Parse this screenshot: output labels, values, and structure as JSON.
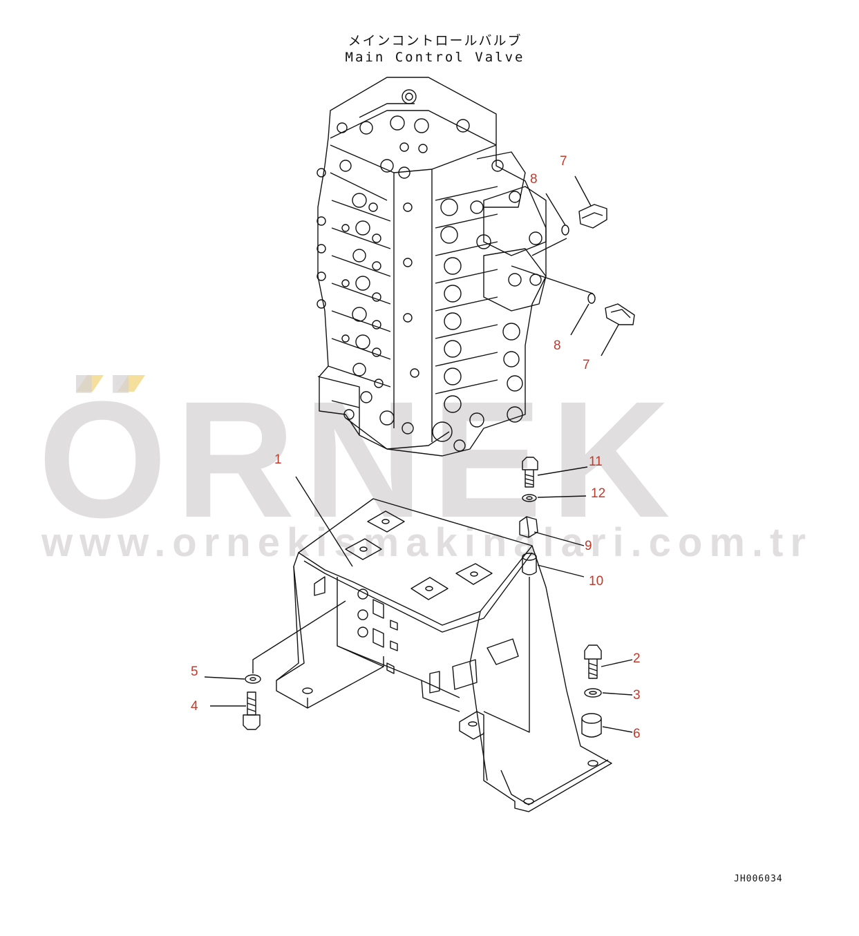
{
  "title": {
    "japanese": "メインコントロールバルブ",
    "english": "Main Control Valve"
  },
  "watermark": {
    "logo": "ÖRNEK",
    "url": "www.ornekismakinalari.com.tr"
  },
  "drawing_code": "JH006034",
  "callouts": {
    "c1": "1",
    "c2": "2",
    "c3": "3",
    "c4": "4",
    "c5": "5",
    "c6": "6",
    "c7a": "7",
    "c7b": "7",
    "c8a": "8",
    "c8b": "8",
    "c9": "9",
    "c10": "10",
    "c11": "11",
    "c12": "12"
  },
  "colors": {
    "callout": "#c0392b",
    "line": "#111111",
    "watermark": "#d6d3d4",
    "watermark_accent": "#f3d98b"
  }
}
